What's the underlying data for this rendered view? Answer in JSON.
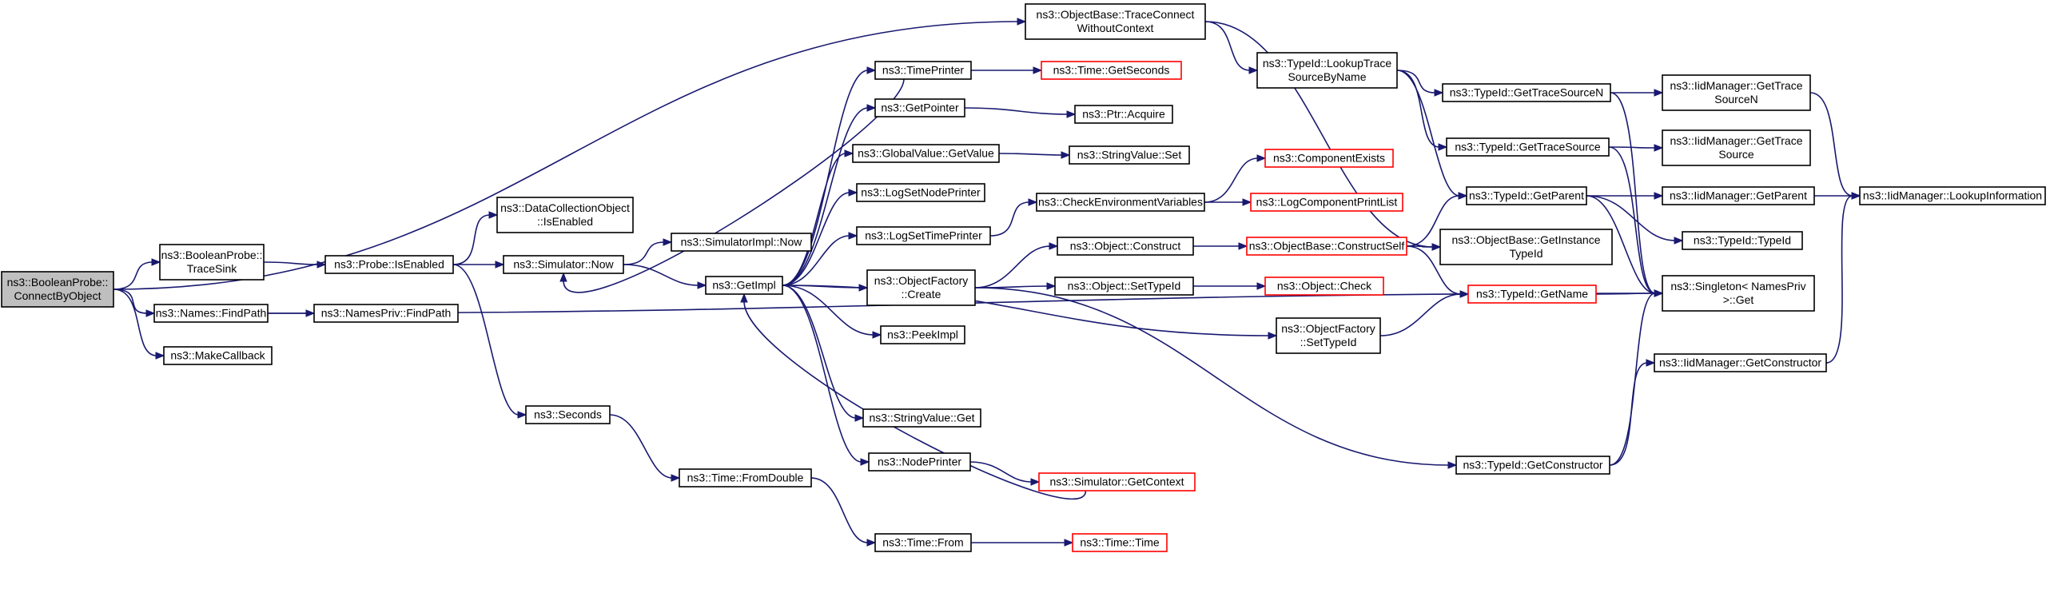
{
  "colors": {
    "edge": "#191970",
    "node_border": "#000000",
    "external_node_border": "#ff0000",
    "root_fill": "#bfbfbf",
    "node_fill": "#ffffff"
  },
  "nodes": [
    {
      "id": "root",
      "lines": [
        "ns3::BooleanProbe::",
        "ConnectByObject"
      ],
      "style": "root"
    },
    {
      "id": "bp_tracesink",
      "lines": [
        "ns3::BooleanProbe::",
        "TraceSink"
      ]
    },
    {
      "id": "names_findpath",
      "lines": [
        "ns3::Names::FindPath"
      ]
    },
    {
      "id": "makecallback",
      "lines": [
        "ns3::MakeCallback"
      ]
    },
    {
      "id": "namespriv_findpath",
      "lines": [
        "ns3::NamesPriv::FindPath"
      ]
    },
    {
      "id": "probe_isenabled",
      "lines": [
        "ns3::Probe::IsEnabled"
      ]
    },
    {
      "id": "dco_isenabled",
      "lines": [
        "ns3::DataCollectionObject",
        "::IsEnabled"
      ]
    },
    {
      "id": "seconds",
      "lines": [
        "ns3::Seconds"
      ]
    },
    {
      "id": "sim_now",
      "lines": [
        "ns3::Simulator::Now"
      ]
    },
    {
      "id": "simimpl_now",
      "lines": [
        "ns3::SimulatorImpl::Now"
      ]
    },
    {
      "id": "getimpl",
      "lines": [
        "ns3::GetImpl"
      ]
    },
    {
      "id": "time_fromdouble",
      "lines": [
        "ns3::Time::FromDouble"
      ]
    },
    {
      "id": "timeprinter",
      "lines": [
        "ns3::TimePrinter"
      ]
    },
    {
      "id": "getpointer",
      "lines": [
        "ns3::GetPointer"
      ]
    },
    {
      "id": "gv_getvalue",
      "lines": [
        "ns3::GlobalValue::GetValue"
      ]
    },
    {
      "id": "logsetnodeprinter",
      "lines": [
        "ns3::LogSetNodePrinter"
      ]
    },
    {
      "id": "logsettimeprinter",
      "lines": [
        "ns3::LogSetTimePrinter"
      ]
    },
    {
      "id": "of_create",
      "lines": [
        "ns3::ObjectFactory",
        "::Create"
      ]
    },
    {
      "id": "peekimpl",
      "lines": [
        "ns3::PeekImpl"
      ]
    },
    {
      "id": "stringvalue_get",
      "lines": [
        "ns3::StringValue::Get"
      ]
    },
    {
      "id": "nodeprinter",
      "lines": [
        "ns3::NodePrinter"
      ]
    },
    {
      "id": "time_from",
      "lines": [
        "ns3::Time::From"
      ]
    },
    {
      "id": "time_getseconds",
      "lines": [
        "ns3::Time::GetSeconds"
      ],
      "style": "red"
    },
    {
      "id": "ptr_acquire",
      "lines": [
        "ns3::Ptr::Acquire"
      ]
    },
    {
      "id": "stringvalue_set",
      "lines": [
        "ns3::StringValue::Set"
      ]
    },
    {
      "id": "checkenvvars",
      "lines": [
        "ns3::CheckEnvironmentVariables"
      ]
    },
    {
      "id": "object_construct",
      "lines": [
        "ns3::Object::Construct"
      ]
    },
    {
      "id": "object_settypeid",
      "lines": [
        "ns3::Object::SetTypeId"
      ]
    },
    {
      "id": "of_settypeid",
      "lines": [
        "ns3::ObjectFactory",
        "::SetTypeId"
      ]
    },
    {
      "id": "sim_getcontext",
      "lines": [
        "ns3::Simulator::GetContext"
      ],
      "style": "red"
    },
    {
      "id": "time_time",
      "lines": [
        "ns3::Time::Time"
      ],
      "style": "red"
    },
    {
      "id": "ob_traceconnect",
      "lines": [
        "ns3::ObjectBase::TraceConnect",
        "WithoutContext"
      ]
    },
    {
      "id": "componentexists",
      "lines": [
        "ns3::ComponentExists"
      ],
      "style": "red"
    },
    {
      "id": "logcomponentprintlist",
      "lines": [
        "ns3::LogComponentPrintList"
      ],
      "style": "red"
    },
    {
      "id": "ob_constructself",
      "lines": [
        "ns3::ObjectBase::ConstructSelf"
      ],
      "style": "red"
    },
    {
      "id": "object_check",
      "lines": [
        "ns3::Object::Check"
      ],
      "style": "red"
    },
    {
      "id": "typeid_lookuptrace",
      "lines": [
        "ns3::TypeId::LookupTrace",
        "SourceByName"
      ]
    },
    {
      "id": "typeid_gettracesourcen",
      "lines": [
        "ns3::TypeId::GetTraceSourceN"
      ]
    },
    {
      "id": "typeid_gettracesource",
      "lines": [
        "ns3::TypeId::GetTraceSource"
      ]
    },
    {
      "id": "typeid_getparent",
      "lines": [
        "ns3::TypeId::GetParent"
      ]
    },
    {
      "id": "ob_getinstancetypeid",
      "lines": [
        "ns3::ObjectBase::GetInstance",
        "TypeId"
      ]
    },
    {
      "id": "typeid_getname",
      "lines": [
        "ns3::TypeId::GetName"
      ],
      "style": "red"
    },
    {
      "id": "typeid_getconstructor",
      "lines": [
        "ns3::TypeId::GetConstructor"
      ]
    },
    {
      "id": "iid_gettracesourcen",
      "lines": [
        "ns3::IidManager::GetTrace",
        "SourceN"
      ]
    },
    {
      "id": "iid_gettracesource",
      "lines": [
        "ns3::IidManager::GetTrace",
        "Source"
      ]
    },
    {
      "id": "iid_getparent",
      "lines": [
        "ns3::IidManager::GetParent"
      ]
    },
    {
      "id": "typeid_typeid",
      "lines": [
        "ns3::TypeId::TypeId"
      ]
    },
    {
      "id": "singleton_get",
      "lines": [
        "ns3::Singleton< NamesPriv",
        "&gt;::Get"
      ]
    },
    {
      "id": "iid_getconstructor",
      "lines": [
        "ns3::IidManager::GetConstructor"
      ]
    },
    {
      "id": "iid_lookupinformation",
      "lines": [
        "ns3::IidManager::LookupInformation"
      ]
    }
  ],
  "edges": [
    [
      "root",
      "bp_tracesink"
    ],
    [
      "root",
      "names_findpath"
    ],
    [
      "root",
      "makecallback"
    ],
    [
      "root",
      "ob_traceconnect"
    ],
    [
      "bp_tracesink",
      "probe_isenabled"
    ],
    [
      "names_findpath",
      "namespriv_findpath"
    ],
    [
      "names_findpath",
      "singleton_get"
    ],
    [
      "probe_isenabled",
      "dco_isenabled"
    ],
    [
      "probe_isenabled",
      "sim_now"
    ],
    [
      "probe_isenabled",
      "seconds"
    ],
    [
      "sim_now",
      "simimpl_now"
    ],
    [
      "sim_now",
      "getimpl"
    ],
    [
      "seconds",
      "time_fromdouble"
    ],
    [
      "time_fromdouble",
      "time_from"
    ],
    [
      "time_from",
      "time_time"
    ],
    [
      "getimpl",
      "timeprinter"
    ],
    [
      "getimpl",
      "getpointer"
    ],
    [
      "getimpl",
      "gv_getvalue"
    ],
    [
      "getimpl",
      "logsetnodeprinter"
    ],
    [
      "getimpl",
      "logsettimeprinter"
    ],
    [
      "getimpl",
      "of_create"
    ],
    [
      "getimpl",
      "peekimpl"
    ],
    [
      "getimpl",
      "stringvalue_get"
    ],
    [
      "getimpl",
      "nodeprinter"
    ],
    [
      "getimpl",
      "of_settypeid"
    ],
    [
      "timeprinter",
      "sim_now"
    ],
    [
      "timeprinter",
      "time_getseconds"
    ],
    [
      "getpointer",
      "ptr_acquire"
    ],
    [
      "gv_getvalue",
      "stringvalue_set"
    ],
    [
      "logsettimeprinter",
      "checkenvvars"
    ],
    [
      "checkenvvars",
      "componentexists"
    ],
    [
      "checkenvvars",
      "logcomponentprintlist"
    ],
    [
      "of_create",
      "object_construct"
    ],
    [
      "of_create",
      "object_settypeid"
    ],
    [
      "of_create",
      "typeid_getconstructor"
    ],
    [
      "object_construct",
      "ob_constructself"
    ],
    [
      "object_settypeid",
      "object_check"
    ],
    [
      "of_settypeid",
      "typeid_getname"
    ],
    [
      "nodeprinter",
      "sim_getcontext"
    ],
    [
      "sim_getcontext",
      "getimpl"
    ],
    [
      "ob_traceconnect",
      "typeid_lookuptrace"
    ],
    [
      "ob_traceconnect",
      "ob_getinstancetypeid"
    ],
    [
      "typeid_lookuptrace",
      "typeid_gettracesourcen"
    ],
    [
      "typeid_lookuptrace",
      "typeid_gettracesource"
    ],
    [
      "typeid_lookuptrace",
      "typeid_getparent"
    ],
    [
      "typeid_gettracesourcen",
      "iid_gettracesourcen"
    ],
    [
      "typeid_gettracesourcen",
      "singleton_get"
    ],
    [
      "typeid_gettracesource",
      "iid_gettracesource"
    ],
    [
      "typeid_gettracesource",
      "singleton_get"
    ],
    [
      "typeid_getparent",
      "iid_getparent"
    ],
    [
      "typeid_getparent",
      "typeid_typeid"
    ],
    [
      "typeid_getparent",
      "singleton_get"
    ],
    [
      "ob_constructself",
      "typeid_getparent"
    ],
    [
      "ob_constructself",
      "ob_getinstancetypeid"
    ],
    [
      "ob_constructself",
      "typeid_getname"
    ],
    [
      "typeid_getname",
      "singleton_get"
    ],
    [
      "typeid_getconstructor",
      "iid_getconstructor"
    ],
    [
      "typeid_getconstructor",
      "singleton_get"
    ],
    [
      "iid_gettracesourcen",
      "iid_lookupinformation"
    ],
    [
      "iid_getparent",
      "iid_lookupinformation"
    ],
    [
      "iid_getconstructor",
      "iid_lookupinformation"
    ]
  ]
}
